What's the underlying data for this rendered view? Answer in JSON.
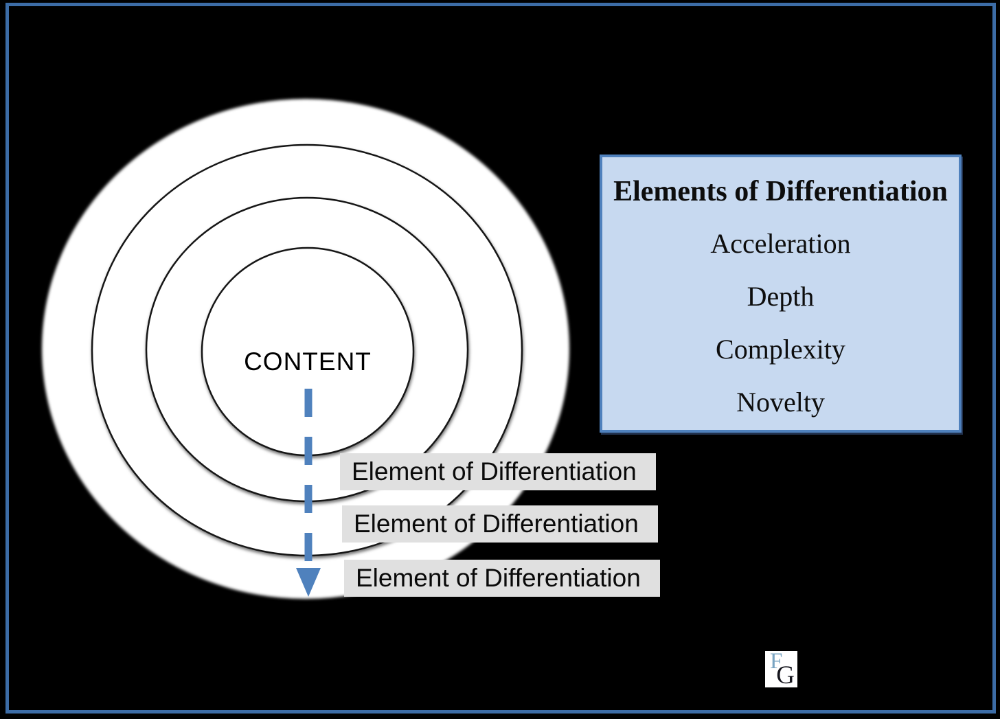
{
  "theme": {
    "canvas-bg": "#000000",
    "frame-border": "#3c6ca6",
    "ring-fill": "#ffffff",
    "ring-stroke": "#141414",
    "arrow": "#4f81bd",
    "label-bg": "#e0e0e0",
    "legend-bg": "#c7d9f0",
    "legend-border": "#4f81bd",
    "logo-bg": "#ffffff",
    "logo-top-color": "#7aa5c3",
    "logo-bottom-color": "#16161e"
  },
  "diagram": {
    "center_label": "CONTENT",
    "ring_count": 4,
    "ring_labels": [
      "Element of Differentiation",
      "Element of Differentiation",
      "Element of Differentiation"
    ]
  },
  "legend": {
    "title": "Elements of Differentiation",
    "items": [
      "Acceleration",
      "Depth",
      "Complexity",
      "Novelty"
    ]
  },
  "logo": {
    "letter_top": "F",
    "letter_bottom": "G"
  }
}
